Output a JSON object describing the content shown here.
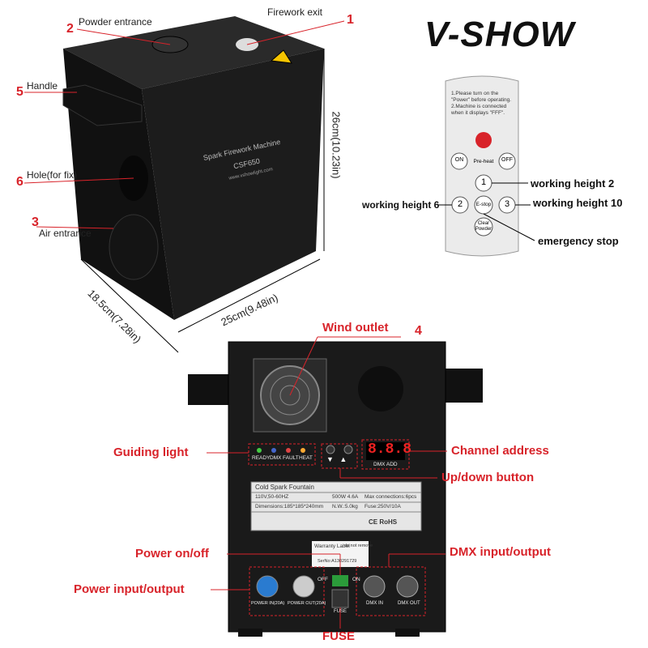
{
  "brand": {
    "logo_text": "V-SHOW"
  },
  "top_callouts": {
    "firework_exit": {
      "num": "1",
      "label": "Firework exit"
    },
    "powder_entrance": {
      "num": "2",
      "label": "Powder entrance"
    },
    "air_entrance": {
      "num": "3",
      "label": "Air entrance"
    },
    "hole": {
      "num": "6",
      "label": "Hole(for fix)"
    },
    "handle": {
      "num": "5",
      "label": "Handle"
    }
  },
  "machine_front": {
    "line1": "Spark Firework Machine",
    "line2": "CSF650",
    "line3": "www.vshowlight.com"
  },
  "dimensions": {
    "height": "26cm(10.23in)",
    "width": "25cm(9.48in)",
    "depth": "18.5cm(7.28in)"
  },
  "remote": {
    "instructions": "1.Please turn on the \"Power\" before operating. 2.Machine is connected when it displays \"FFF\".",
    "btn_on": "ON",
    "btn_off": "OFF",
    "preheat": "Pre-heat",
    "btn_1": "1",
    "btn_2": "2",
    "btn_3": "3",
    "btn_estop": "E-stop",
    "btn_clear": "Clear Powder"
  },
  "remote_labels": {
    "wh2": "working height 2",
    "wh6": "working height 6",
    "wh10": "working height 10",
    "estop": "emergency stop"
  },
  "back_panel": {
    "leds": [
      "READY",
      "DMX",
      "FAULT",
      "HEAT"
    ],
    "display": "8.8.8",
    "dmx_add": "DMX ADD",
    "plate_title": "Cold Spark Fountain",
    "plate_r1c1": "110V,50-60HZ",
    "plate_r1c2": "500W  4.6A",
    "plate_r1c3": "Max connections:6pcs",
    "plate_r2c1": "Dimensions:185*185*240mm",
    "plate_r2c2": "N.W.:5.0kg",
    "plate_r2c3": "Fuse:250V/10A",
    "marks": "CE RoHS",
    "warranty": "Warranty Label",
    "warranty2": "do not remove",
    "serial": "SerNo:A130291729",
    "off": "OFF",
    "on": "ON",
    "power_in": "POWER IN(20A)",
    "power_out": "POWER OUT(20A)",
    "fuse_small": "FUSE",
    "dmx_in": "DMX IN",
    "dmx_out": "DMX OUT"
  },
  "back_callouts": {
    "wind_outlet": "Wind outlet",
    "wind_num": "4",
    "guiding_light": "Guiding light",
    "channel_address": "Channel address",
    "updown": "Up/down button",
    "power_onoff": "Power on/off",
    "dmx_io": "DMX input/output",
    "power_io": "Power input/output",
    "fuse": "FUSE"
  },
  "colors": {
    "accent": "#d8232a",
    "machine": "#1c1c1c"
  }
}
